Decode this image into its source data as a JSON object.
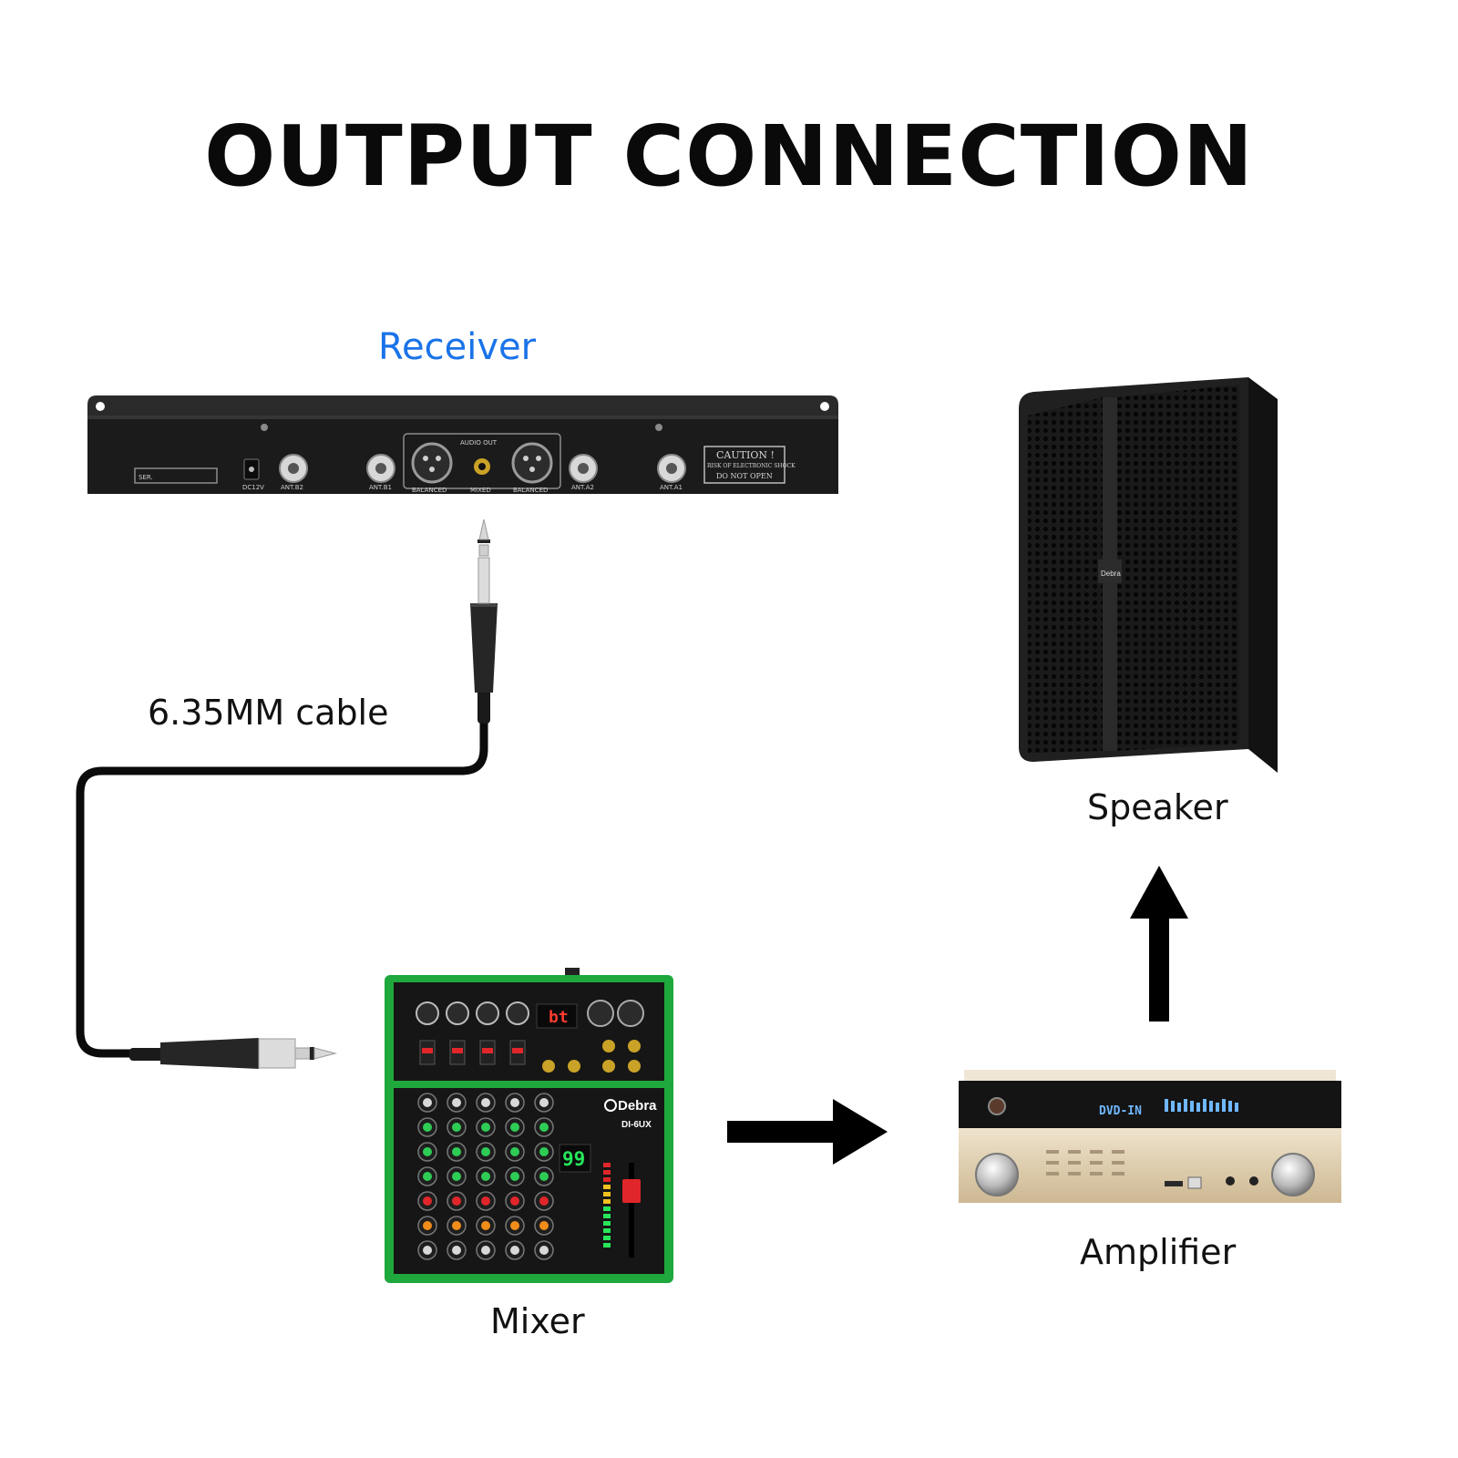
{
  "title": "OUTPUT CONNECTION",
  "labels": {
    "receiver": "Receiver",
    "cable": "6.35MM cable",
    "speaker": "Speaker",
    "amplifier": "Amplifier",
    "mixer": "Mixer"
  },
  "receiver_panel": {
    "ser": "SER.",
    "dc": "DC12V",
    "ant_b2": "ANT.B2",
    "ant_b1": "ANT.B1",
    "audio_out": "AUDIO OUT",
    "balanced_left": "BALANCED",
    "mixed": "MIXED",
    "balanced_right": "BALANCED",
    "ant_a2": "ANT.A2",
    "ant_a1": "ANT.A1",
    "caution_title": "CAUTION !",
    "caution_line1": "RISK OF ELECTRONIC SHOCK",
    "caution_line2": "DO NOT OPEN"
  },
  "mixer_panel": {
    "brand": "Debra",
    "model": "DI-6UX",
    "display_top": "bt",
    "display_main": "99"
  },
  "speaker_panel": {
    "brand": "Debra"
  },
  "amplifier_panel": {
    "display": "DVD-IN"
  },
  "colors": {
    "receiver_label": "#1a73e8",
    "mixer_green": "#1fa83c",
    "amplifier_gold": "#d9c7a6",
    "device_black": "#1b1b1b"
  }
}
